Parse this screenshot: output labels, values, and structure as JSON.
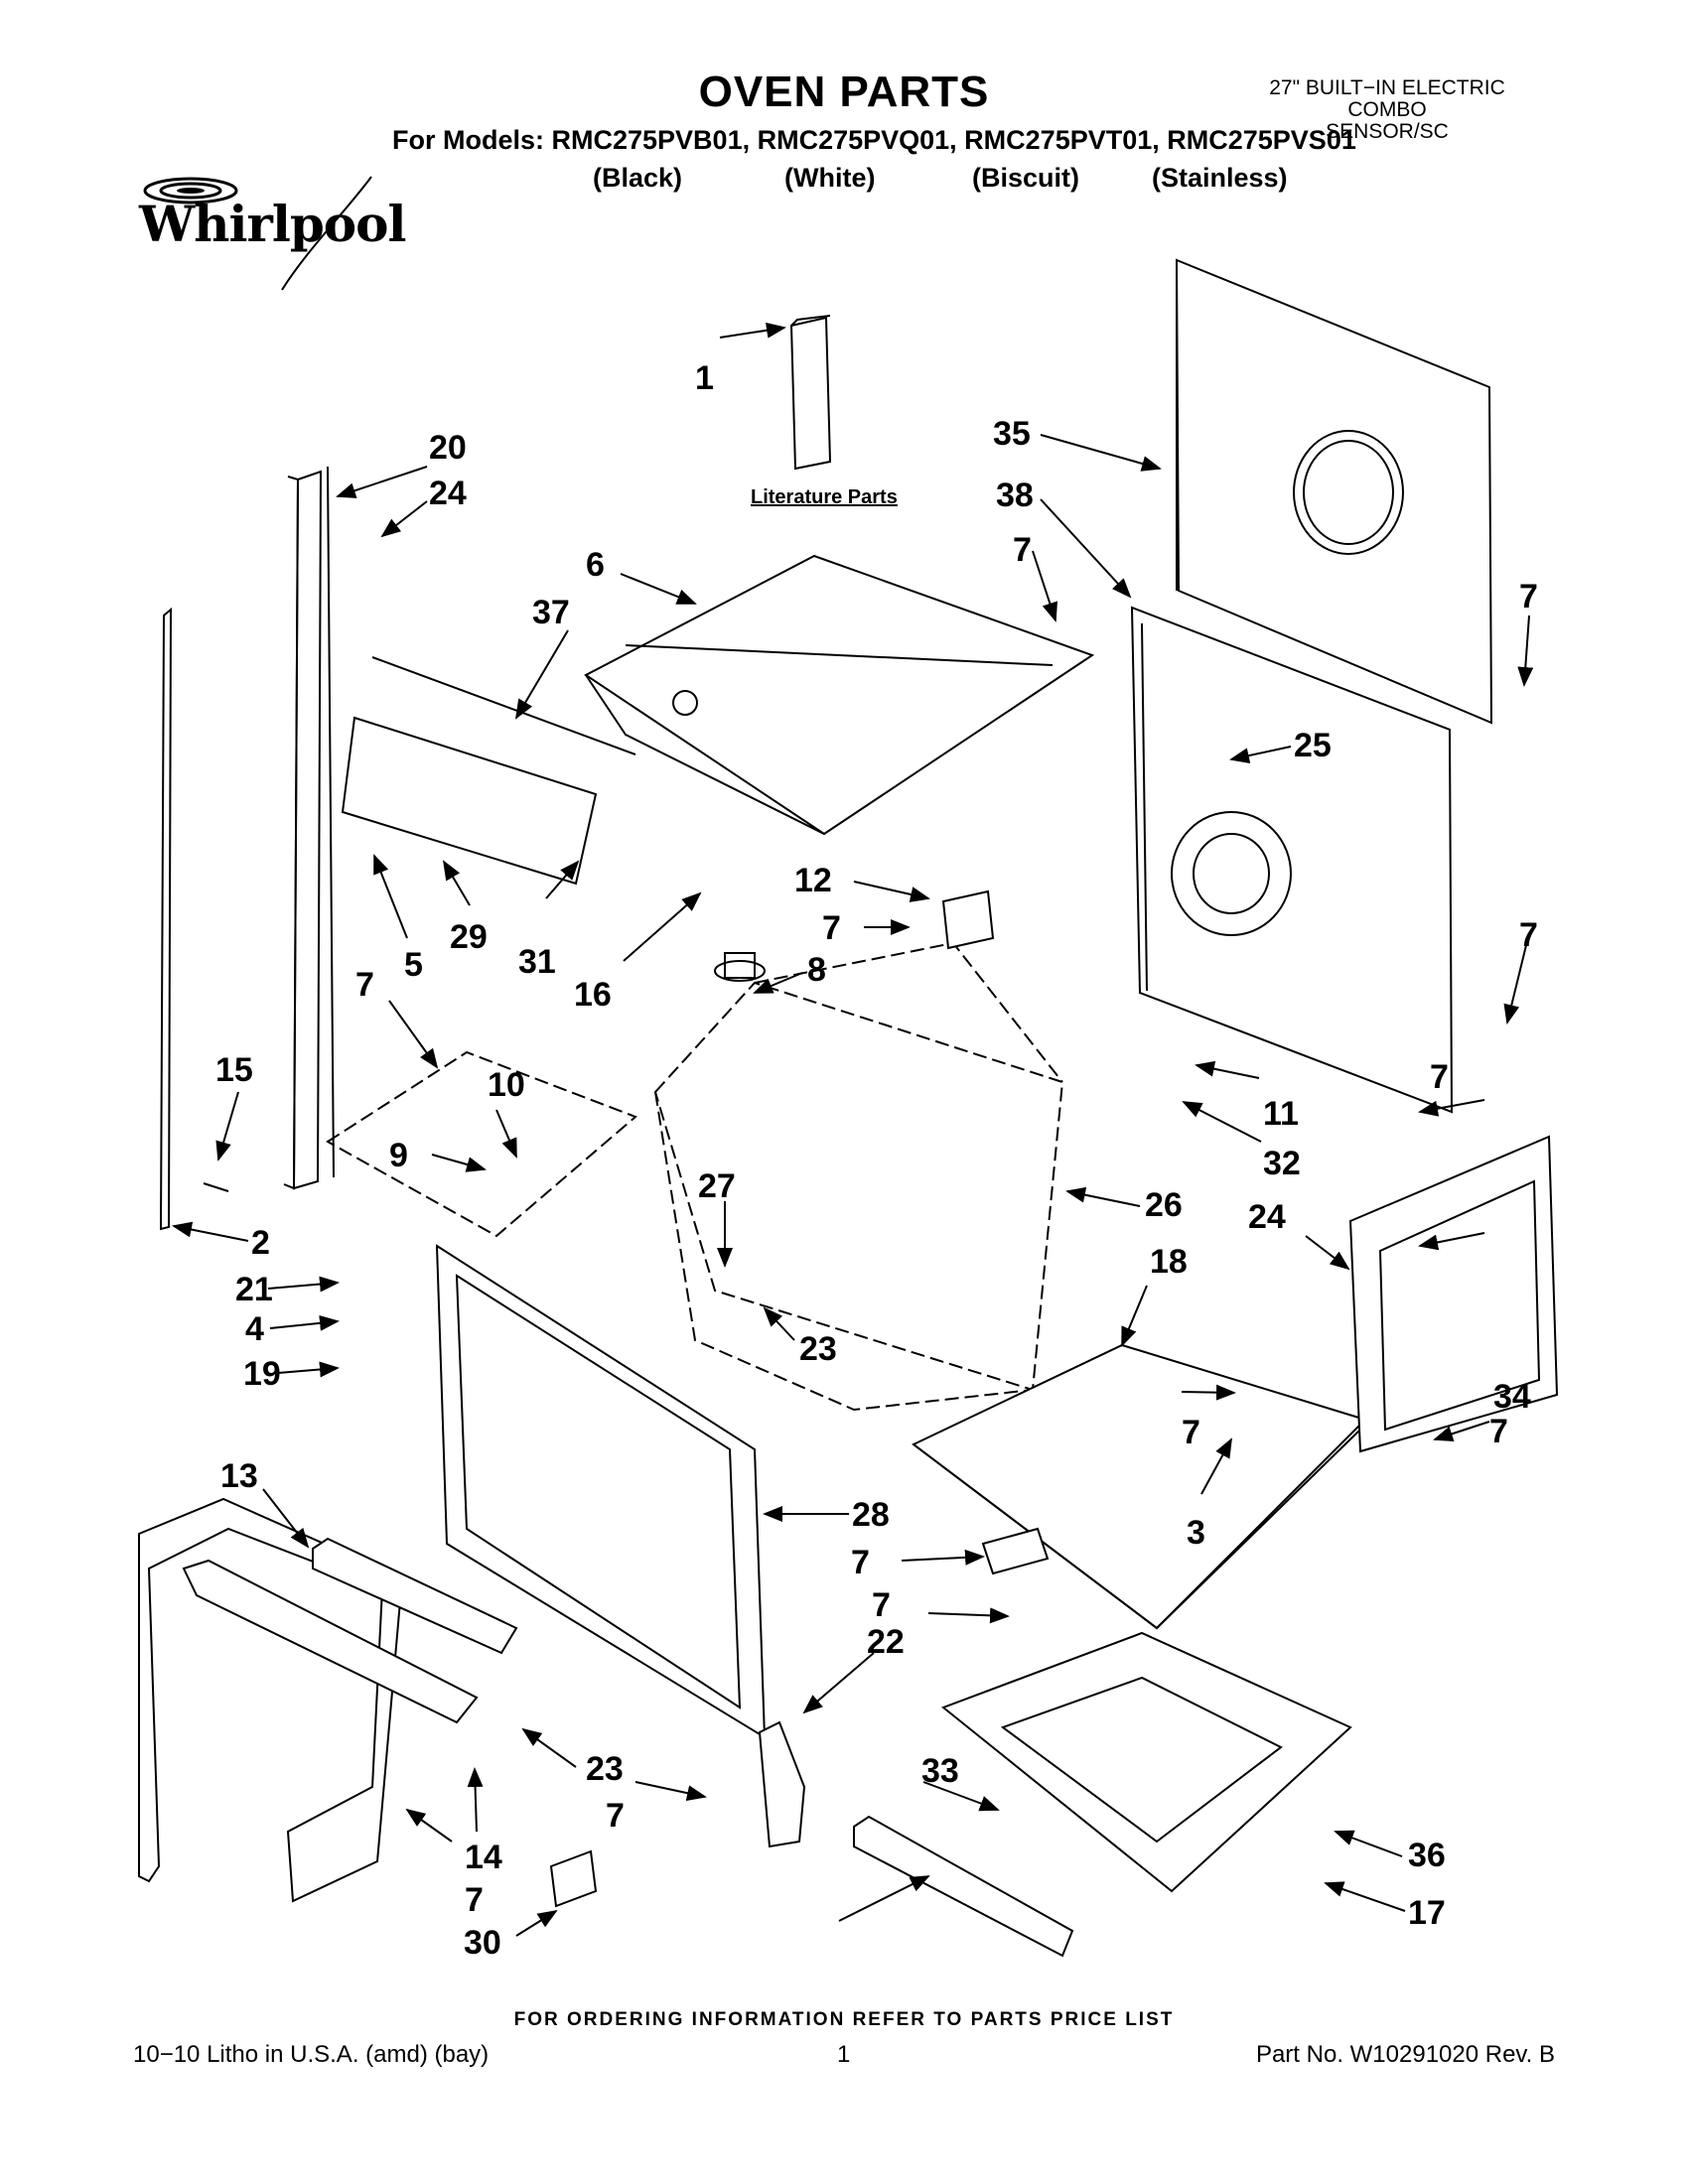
{
  "header": {
    "title": "OVEN PARTS",
    "models_line": "For Models: RMC275PVB01, RMC275PVQ01, RMC275PVT01, RMC275PVS01",
    "variants": [
      "(Black)",
      "(White)",
      "(Biscuit)",
      "(Stainless)"
    ],
    "product_type": [
      "27\" BUILT−IN ELECTRIC",
      "COMBO",
      "SENSOR/SC"
    ]
  },
  "brand": {
    "logo_text": "Whirlpool"
  },
  "diagram": {
    "literature_label": "Literature Parts",
    "callouts": [
      "1",
      "35",
      "38",
      "7",
      "7",
      "20",
      "24",
      "6",
      "37",
      "25",
      "7",
      "12",
      "7",
      "5",
      "29",
      "31",
      "16",
      "8",
      "7",
      "10",
      "11",
      "7",
      "32",
      "15",
      "9",
      "27",
      "26",
      "7",
      "2",
      "18",
      "24",
      "21",
      "4",
      "23",
      "19",
      "7",
      "34",
      "13",
      "28",
      "7",
      "7",
      "3",
      "22",
      "23",
      "7",
      "33",
      "36",
      "14",
      "7",
      "17",
      "30"
    ]
  },
  "footer": {
    "ordering_note": "FOR ORDERING INFORMATION REFER TO PARTS PRICE LIST",
    "print_info": "10−10 Litho in U.S.A. (amd) (bay)",
    "page_number": "1",
    "part_number": "Part No. W10291020 Rev. B"
  }
}
